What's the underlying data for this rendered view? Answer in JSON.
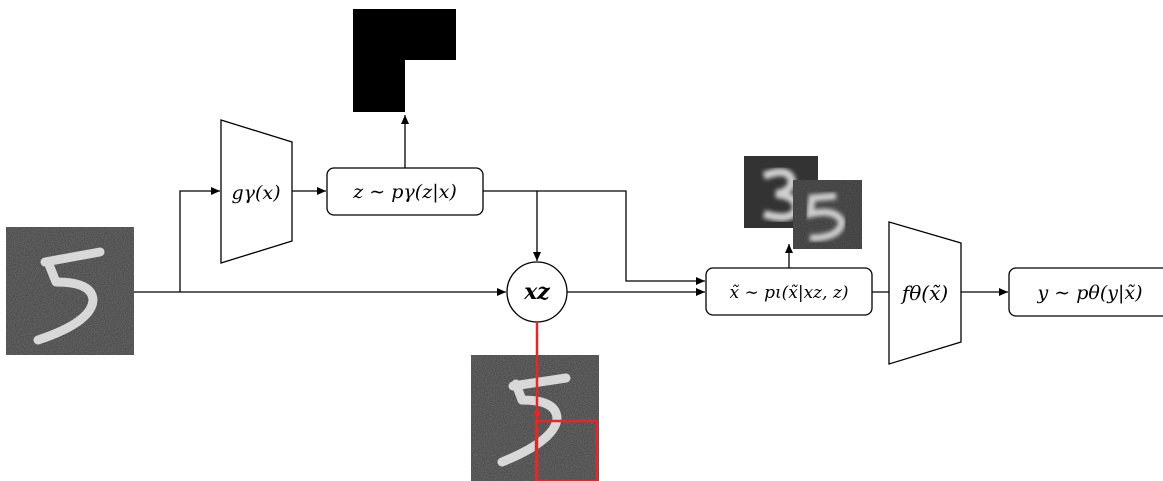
{
  "diagram": {
    "encoder_label": "gγ(x)",
    "latent_label": "z ∼ pγ(z|x)",
    "masked_input_label": "xz",
    "imputation_label": "x̃ ∼ pι(x̃|xz, z)",
    "classifier_label": "fθ(x̃)",
    "output_label": "y ∼ pθ(y|x̃)",
    "input_image": "noisy handwritten digit 5",
    "mask_image": "black L-shaped binary mask",
    "masked_image": "noisy digit 5 with red mask box",
    "imputed_images": [
      "imputed digit 3",
      "imputed digit 5"
    ],
    "colors": {
      "mask_arrow": "#e8262a",
      "line": "#000000",
      "image_bg": "#3a3a3a"
    }
  }
}
